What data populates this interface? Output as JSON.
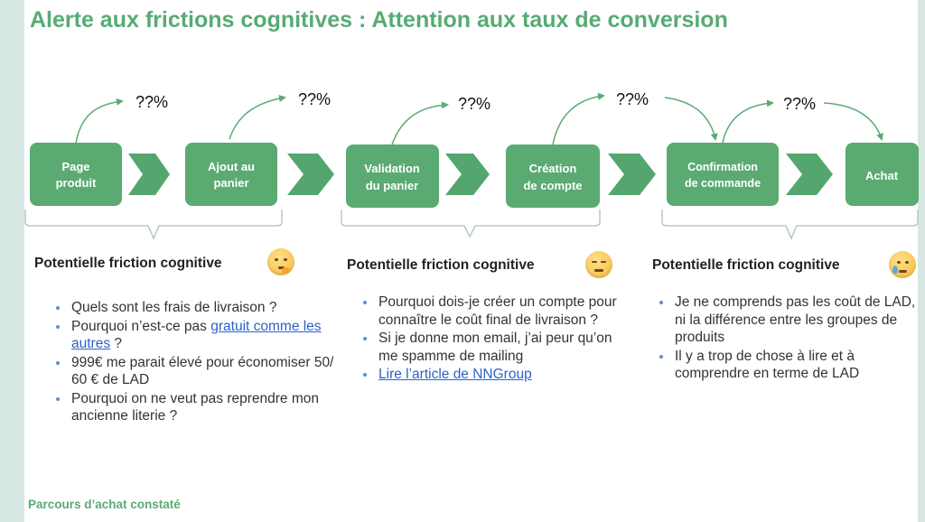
{
  "title": "Alerte aux frictions cognitives : Attention aux taux de conversion",
  "steps": [
    {
      "line1": "Page",
      "line2": "produit"
    },
    {
      "line1": "Ajout au",
      "line2": "panier"
    },
    {
      "line1": "Validation",
      "line2": "du panier"
    },
    {
      "line1": "Création",
      "line2": "de compte"
    },
    {
      "line1": "Confirmation",
      "line2": "de commande"
    },
    {
      "line1": "Achat",
      "line2": ""
    }
  ],
  "transition_labels": [
    "??%",
    "??%",
    "??%",
    "??%",
    "??%"
  ],
  "sections": [
    {
      "heading": "Potentielle friction cognitive",
      "emoji": "thinking-face-icon",
      "bullets": [
        {
          "text": "Quels sont les frais de livraison ?",
          "link": "",
          "after": ""
        },
        {
          "text": "Pourquoi n’est-ce pas ",
          "link": "gratuit comme les autres",
          "after": " ?"
        },
        {
          "text": "999€ me parait élevé pour économiser 50/ 60 € de LAD",
          "link": "",
          "after": ""
        },
        {
          "text": "Pourquoi on ne veut pas reprendre mon ancienne literie ?",
          "link": "",
          "after": ""
        }
      ]
    },
    {
      "heading": "Potentielle friction cognitive",
      "emoji": "unamused-face-icon",
      "bullets": [
        {
          "text": "Pourquoi dois-je créer un compte pour connaître le coût final de livraison ?",
          "link": "",
          "after": ""
        },
        {
          "text": "Si je donne mon email, j’ai peur qu’on me spamme de mailing",
          "link": "",
          "after": ""
        },
        {
          "text": "",
          "link": "Lire l’article de NNGroup",
          "after": ""
        }
      ]
    },
    {
      "heading": "Potentielle friction cognitive",
      "emoji": "sad-sweat-face-icon",
      "bullets": [
        {
          "text": "Je ne comprends pas les coût de LAD, ni la différence entre les groupes de produits",
          "link": "",
          "after": ""
        },
        {
          "text": "Il y a trop de chose à lire et à comprendre en terme de LAD",
          "link": "",
          "after": ""
        }
      ]
    }
  ],
  "footer": "Parcours d’achat constaté",
  "colors": {
    "accent": "#57ab74",
    "box": "#5aaa72",
    "chevron": "#53a66e",
    "bracket": "#a7c5b2",
    "link": "#2a63c9",
    "bullet": "#5b8fd1",
    "side_strip": "#d6e7e3"
  }
}
